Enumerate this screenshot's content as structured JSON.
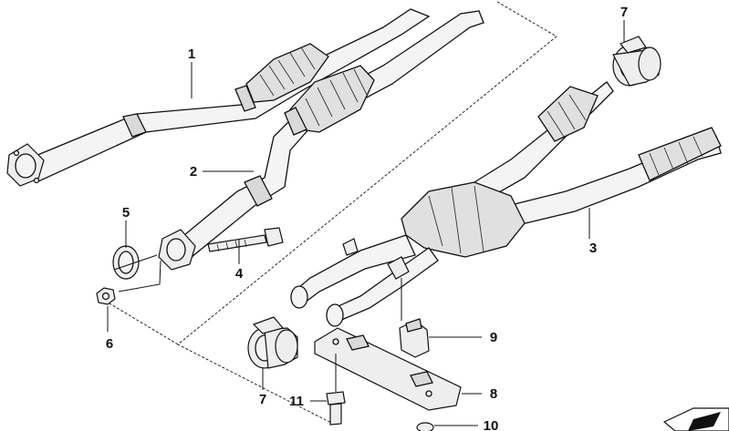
{
  "callouts": [
    {
      "id": "1",
      "label": "1"
    },
    {
      "id": "2",
      "label": "2"
    },
    {
      "id": "3",
      "label": "3"
    },
    {
      "id": "4",
      "label": "4"
    },
    {
      "id": "5",
      "label": "5"
    },
    {
      "id": "6",
      "label": "6"
    },
    {
      "id": "7a",
      "label": "7"
    },
    {
      "id": "7b",
      "label": "7"
    },
    {
      "id": "8",
      "label": "8"
    },
    {
      "id": "9",
      "label": "9"
    },
    {
      "id": "10",
      "label": "10"
    },
    {
      "id": "11",
      "label": "11"
    }
  ],
  "colors": {
    "line": "#111111",
    "pipe_fill": "#f4f4f4",
    "shade": "#d9d9d9",
    "background": "#ffffff"
  }
}
